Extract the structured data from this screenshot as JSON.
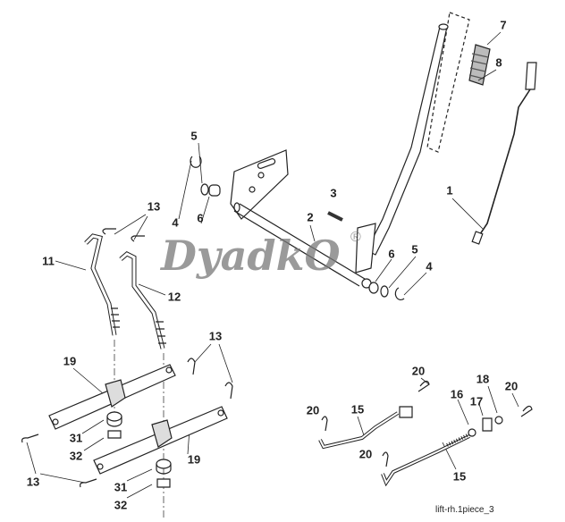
{
  "watermark": {
    "text": "DyadkO",
    "mark": "®"
  },
  "caption": "lift-rh.1piece_3",
  "labels": [
    "1",
    "2",
    "3",
    "4",
    "5",
    "6",
    "7",
    "8",
    "4",
    "5",
    "6",
    "11",
    "12",
    "13",
    "13",
    "13",
    "19",
    "19",
    "31",
    "32",
    "31",
    "32",
    "15",
    "15",
    "16",
    "17",
    "18",
    "20",
    "20",
    "20",
    "20"
  ]
}
